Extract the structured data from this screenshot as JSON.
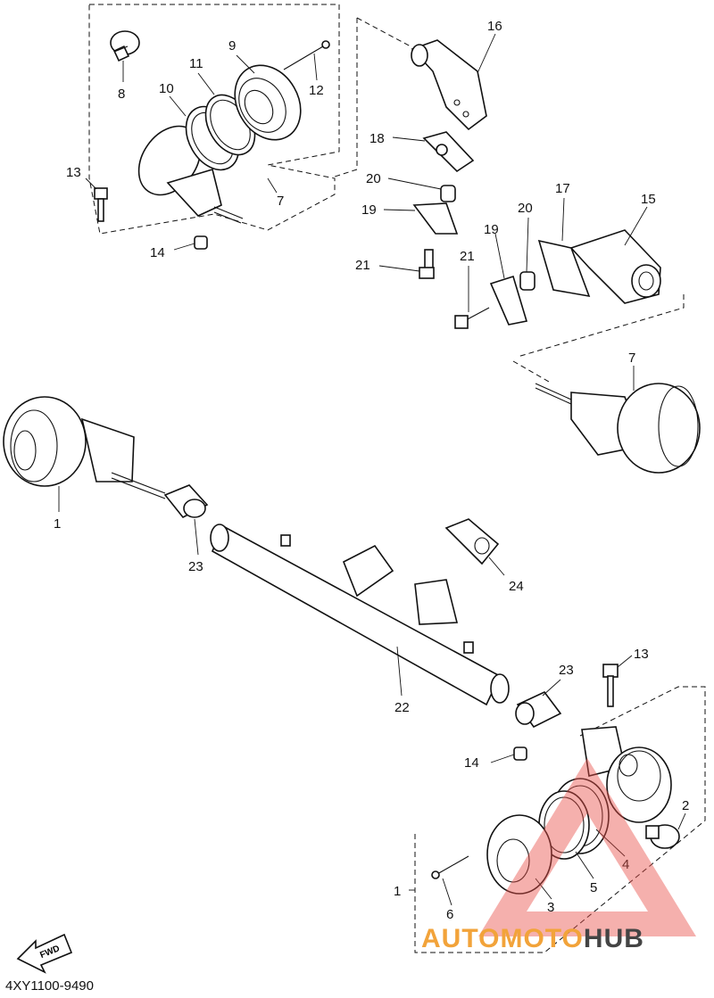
{
  "diagram_code": "4XY1100-9490",
  "fwd_label": "FWD",
  "watermark": {
    "part1": "AUTOMOTO",
    "part2": "HUB",
    "color_red": "#e8504a",
    "color_orange": "#f2a33a",
    "color_dark": "#444444"
  },
  "callouts": [
    {
      "id": "c8",
      "text": "8"
    },
    {
      "id": "c9",
      "text": "9"
    },
    {
      "id": "c10",
      "text": "10"
    },
    {
      "id": "c11",
      "text": "11"
    },
    {
      "id": "c12",
      "text": "12"
    },
    {
      "id": "c13a",
      "text": "13"
    },
    {
      "id": "c14a",
      "text": "14"
    },
    {
      "id": "c7a",
      "text": "7"
    },
    {
      "id": "c16",
      "text": "16"
    },
    {
      "id": "c18",
      "text": "18"
    },
    {
      "id": "c20a",
      "text": "20"
    },
    {
      "id": "c19a",
      "text": "19"
    },
    {
      "id": "c21a",
      "text": "21"
    },
    {
      "id": "c20b",
      "text": "20"
    },
    {
      "id": "c17",
      "text": "17"
    },
    {
      "id": "c15",
      "text": "15"
    },
    {
      "id": "c19b",
      "text": "19"
    },
    {
      "id": "c21b",
      "text": "21"
    },
    {
      "id": "c7b",
      "text": "7"
    },
    {
      "id": "c1a",
      "text": "1"
    },
    {
      "id": "c23a",
      "text": "23"
    },
    {
      "id": "c24",
      "text": "24"
    },
    {
      "id": "c22",
      "text": "22"
    },
    {
      "id": "c23b",
      "text": "23"
    },
    {
      "id": "c13b",
      "text": "13"
    },
    {
      "id": "c14b",
      "text": "14"
    },
    {
      "id": "c2",
      "text": "2"
    },
    {
      "id": "c4",
      "text": "4"
    },
    {
      "id": "c5",
      "text": "5"
    },
    {
      "id": "c3",
      "text": "3"
    },
    {
      "id": "c1b",
      "text": "1"
    },
    {
      "id": "c6",
      "text": "6"
    }
  ]
}
